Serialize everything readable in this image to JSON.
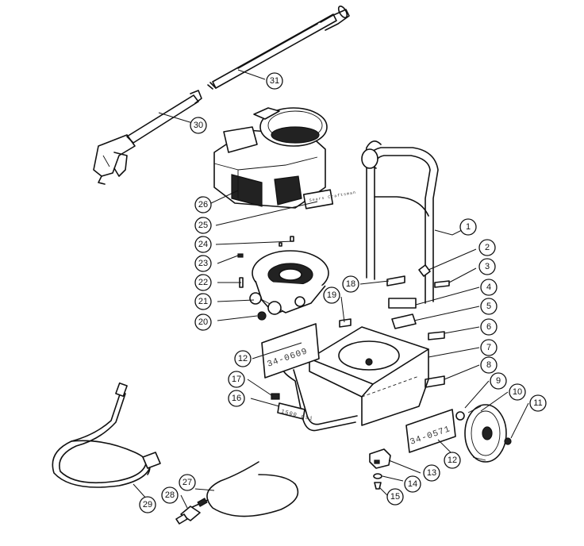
{
  "callouts": [
    "1",
    "2",
    "3",
    "4",
    "5",
    "6",
    "7",
    "8",
    "9",
    "10",
    "11",
    "12",
    "13",
    "14",
    "15",
    "16",
    "17",
    "18",
    "19",
    "20",
    "21",
    "22",
    "23",
    "24",
    "25",
    "26",
    "27",
    "28",
    "29",
    "30",
    "31"
  ],
  "labels": {
    "plate_top": "34-0609",
    "plate_bottom": "34-0571",
    "decal_16": "1500 psi",
    "engine_decal": "Sears Craftsman"
  }
}
